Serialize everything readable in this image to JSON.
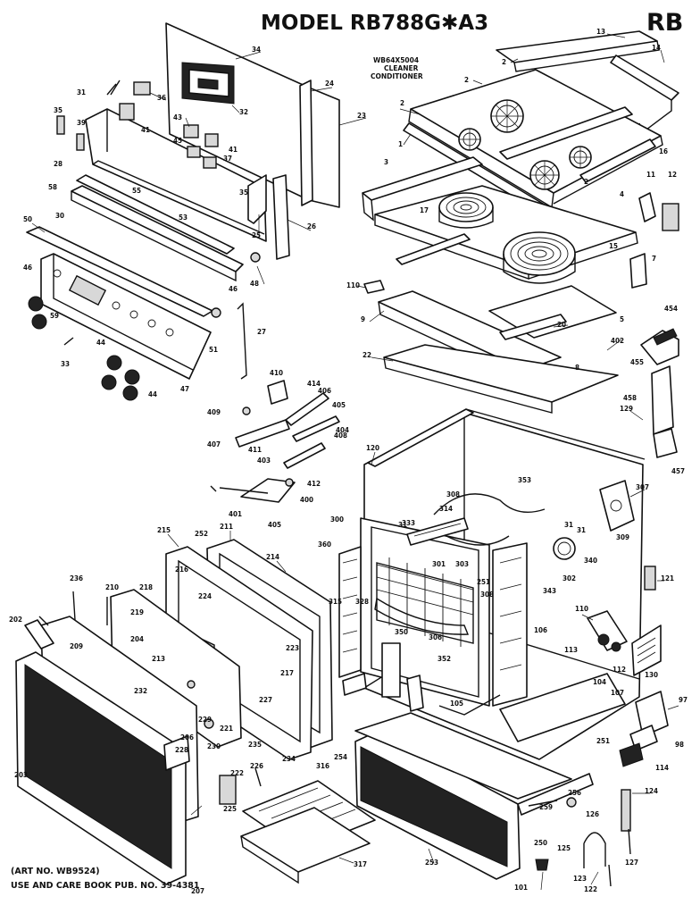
{
  "header": {
    "model_title": "MODEL  RB788G✱A3",
    "corner_code": "RB"
  },
  "note": {
    "line1": "WB64X5004",
    "line2": "CLEANER",
    "line3": "CONDITIONER"
  },
  "footer": {
    "art_no": "(ART NO. WB9524)",
    "book": "USE AND CARE BOOK PUB. NO. 39-4381"
  },
  "callouts": [
    "13",
    "14",
    "2",
    "2",
    "2",
    "1",
    "16",
    "11",
    "12",
    "4",
    "3",
    "17",
    "15",
    "7",
    "2",
    "34",
    "24",
    "23",
    "36",
    "41",
    "41",
    "31",
    "32",
    "43",
    "45",
    "39",
    "37",
    "28",
    "35",
    "55",
    "58",
    "25",
    "26",
    "30",
    "35",
    "50",
    "53",
    "48",
    "46",
    "59",
    "46",
    "51",
    "27",
    "33",
    "44",
    "44",
    "47",
    "110",
    "9",
    "20",
    "22",
    "402",
    "454",
    "455",
    "8",
    "5",
    "410",
    "414",
    "408",
    "406",
    "409",
    "405",
    "407",
    "411",
    "404",
    "403",
    "120",
    "129",
    "412",
    "400",
    "401",
    "405",
    "458",
    "457",
    "307",
    "300",
    "309",
    "31",
    "340",
    "343",
    "302",
    "121",
    "110",
    "113",
    "112",
    "130",
    "215",
    "216",
    "211",
    "214",
    "252",
    "213",
    "217",
    "218",
    "210",
    "224",
    "219",
    "232",
    "223",
    "221",
    "229",
    "225",
    "236",
    "230",
    "204",
    "206",
    "202",
    "209",
    "222",
    "226",
    "227",
    "228",
    "235",
    "234",
    "207",
    "203",
    "301",
    "303",
    "333",
    "315",
    "328",
    "251",
    "350",
    "352",
    "308",
    "306",
    "353",
    "360",
    "308",
    "314",
    "105",
    "106",
    "251",
    "259",
    "250",
    "124",
    "126",
    "125",
    "127",
    "123",
    "122",
    "101",
    "104",
    "107",
    "31",
    "31",
    "97",
    "98",
    "114",
    "254",
    "256",
    "316",
    "317",
    "253"
  ]
}
